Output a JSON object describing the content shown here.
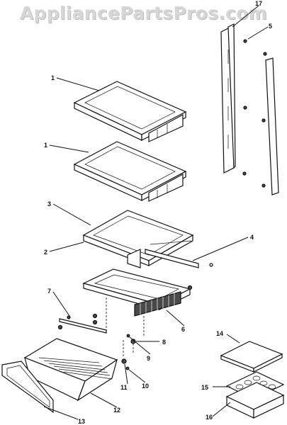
{
  "watermark": "AppliancePartsPros.com",
  "colors": {
    "line": "#111111",
    "watermark": "#d6d6d6",
    "background": "#ffffff"
  },
  "callouts": [
    {
      "id": "c1a",
      "label": "1"
    },
    {
      "id": "c1b",
      "label": "1"
    },
    {
      "id": "c2",
      "label": "2"
    },
    {
      "id": "c3",
      "label": "3"
    },
    {
      "id": "c4",
      "label": "4"
    },
    {
      "id": "c5",
      "label": "5"
    },
    {
      "id": "c6",
      "label": "6"
    },
    {
      "id": "c7",
      "label": "7"
    },
    {
      "id": "c8",
      "label": "8"
    },
    {
      "id": "c9",
      "label": "9"
    },
    {
      "id": "c10",
      "label": "10"
    },
    {
      "id": "c11",
      "label": "11"
    },
    {
      "id": "c12",
      "label": "12"
    },
    {
      "id": "c13",
      "label": "13"
    },
    {
      "id": "c14",
      "label": "14"
    },
    {
      "id": "c15",
      "label": "15"
    },
    {
      "id": "c16",
      "label": "16"
    },
    {
      "id": "c17",
      "label": "17"
    }
  ]
}
